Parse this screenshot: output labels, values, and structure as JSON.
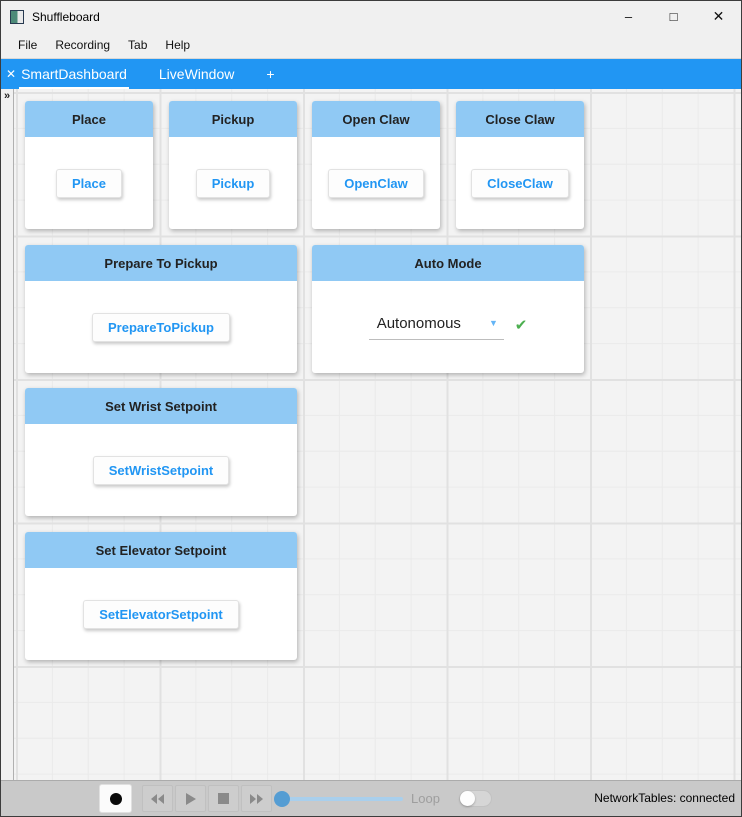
{
  "window": {
    "title": "Shuffleboard",
    "controls": {
      "minimize": "–",
      "maximize": "□",
      "close": "✕"
    }
  },
  "menu": {
    "items": {
      "file": "File",
      "recording": "Recording",
      "tab": "Tab",
      "help": "Help"
    }
  },
  "tabs": {
    "close_glyph": "✕",
    "items": [
      {
        "label": "SmartDashboard",
        "active": true
      },
      {
        "label": "LiveWindow",
        "active": false
      }
    ],
    "add_label": "+"
  },
  "sidebar": {
    "expand_glyph": "»"
  },
  "widgets": [
    {
      "title": "Place",
      "button_label": "Place"
    },
    {
      "title": "Pickup",
      "button_label": "Pickup"
    },
    {
      "title": "Open Claw",
      "button_label": "OpenClaw"
    },
    {
      "title": "Close Claw",
      "button_label": "CloseClaw"
    },
    {
      "title": "Prepare To Pickup",
      "button_label": "PrepareToPickup"
    },
    {
      "title": "Auto Mode",
      "chooser": {
        "selected": "Autonomous",
        "arrow_glyph": "▼",
        "check_glyph": "✔"
      }
    },
    {
      "title": "Set Wrist Setpoint",
      "button_label": "SetWristSetpoint"
    },
    {
      "title": "Set Elevator Setpoint",
      "button_label": "SetElevatorSetpoint"
    }
  ],
  "playback": {
    "loop_label": "Loop"
  },
  "status": {
    "network": "NetworkTables: connected"
  },
  "colors": {
    "tabbar_blue": "#2196f3",
    "card_header_blue": "#90c9f4",
    "button_text_blue": "#2196f3",
    "check_green": "#4caf50",
    "slider_blue": "#559dd3"
  }
}
